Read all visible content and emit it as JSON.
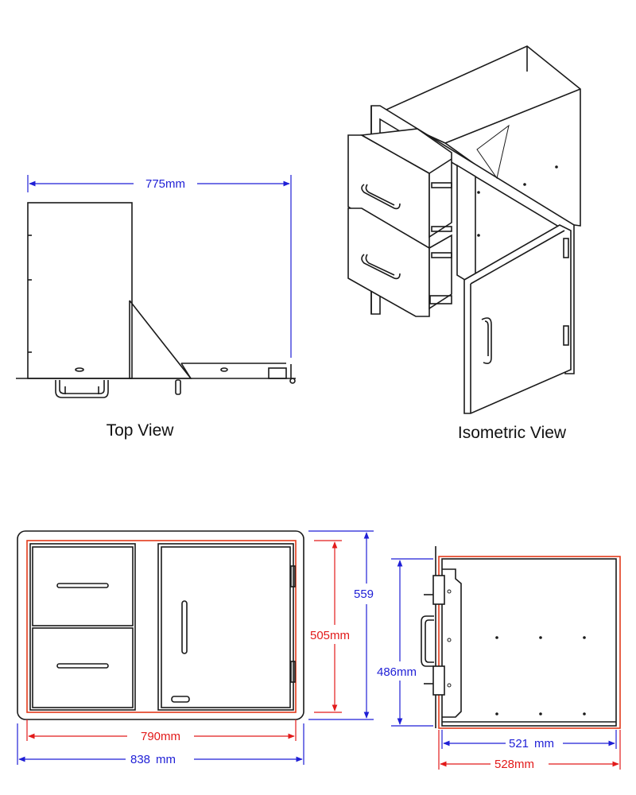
{
  "views": {
    "top_view_label": "Top View",
    "isometric_view_label": "Isometric View"
  },
  "dimensions": {
    "top_width": "775mm",
    "front_outer_height": "559",
    "front_inner_height": "505mm",
    "front_inner_width": "790mm",
    "front_outer_width_value": "838",
    "front_outer_width_unit": "mm",
    "side_height": "486mm",
    "side_inner_depth_value": "521",
    "side_inner_depth_unit": "mm",
    "side_outer_depth": "528mm"
  },
  "colors": {
    "dimension_blue": "#1f1fd6",
    "dimension_red": "#e21a1a",
    "outline": "#1a1a1a"
  }
}
